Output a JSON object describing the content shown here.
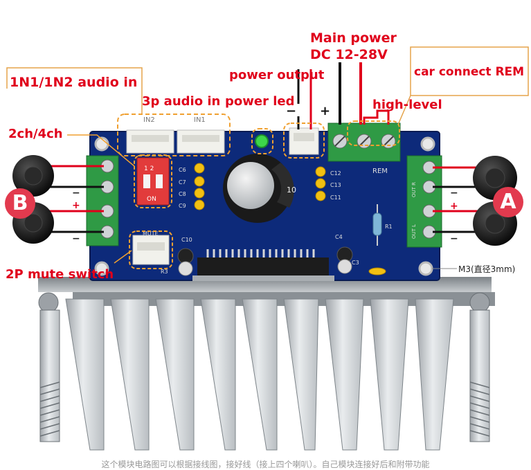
{
  "labels": {
    "main_power_line1": "Main power",
    "main_power_line2": "DC 12-28V",
    "car_connect": "car connect REM",
    "audio_in": "1N1/1N2 audio in",
    "power_output": "power output",
    "three_p_audio": "3p audio in",
    "power_led": "power led",
    "high_level": "high-level",
    "two_four_ch": "2ch/4ch",
    "mute_switch": "2P mute switch",
    "m3": "M3(直径3mm)",
    "minus": "−",
    "plus": "+",
    "badge_a": "A",
    "badge_b": "B"
  },
  "silkscreen": {
    "in2": "IN2",
    "in1": "IN1",
    "rem": "REM",
    "mute": "MUTE",
    "dip_numbers": "1 2",
    "dip_on": "ON",
    "c6": "C6",
    "c7": "C7",
    "c8": "C8",
    "c9": "C9",
    "c10": "C10",
    "c4": "C4",
    "c3": "C3",
    "c12": "C12",
    "c13": "C13",
    "c11": "C11",
    "r1": "R1",
    "r3": "R3",
    "cap_value": "10",
    "out_r": "OUT R",
    "out_l": "OUT L"
  },
  "caption": "这个模块电路图可以根据接线图，接好线（接上四个喇叭）。自己模块连接好后和附带功能"
}
